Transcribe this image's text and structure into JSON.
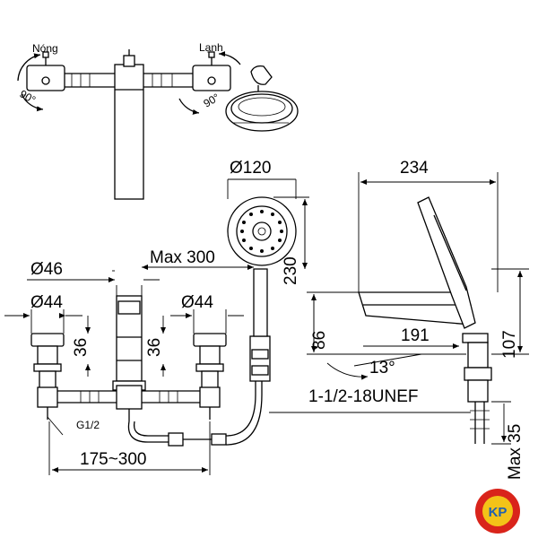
{
  "labels": {
    "hot": "Nóng",
    "cold": "Lạnh",
    "rot_left": "90°",
    "rot_right": "90°",
    "hand_shower_dia": "Ø120",
    "spout_depth": "234",
    "max_300": "Max 300",
    "hand_shower_len": "230",
    "dia_46": "Ø46",
    "dia_44_left": "Ø44",
    "dia_44_right": "Ø44",
    "h36_left": "36",
    "h36_right": "36",
    "h86": "86",
    "h191": "191",
    "h107": "107",
    "angle13": "13°",
    "thread": "1-1/2-18UNEF",
    "g12": "G1/2",
    "spread": "175~300",
    "max35": "Max 35"
  },
  "logo": {
    "text": "KP",
    "colors": {
      "ring": "#d9241b",
      "inner": "#f3c318",
      "text": "#1f5fb0"
    }
  }
}
